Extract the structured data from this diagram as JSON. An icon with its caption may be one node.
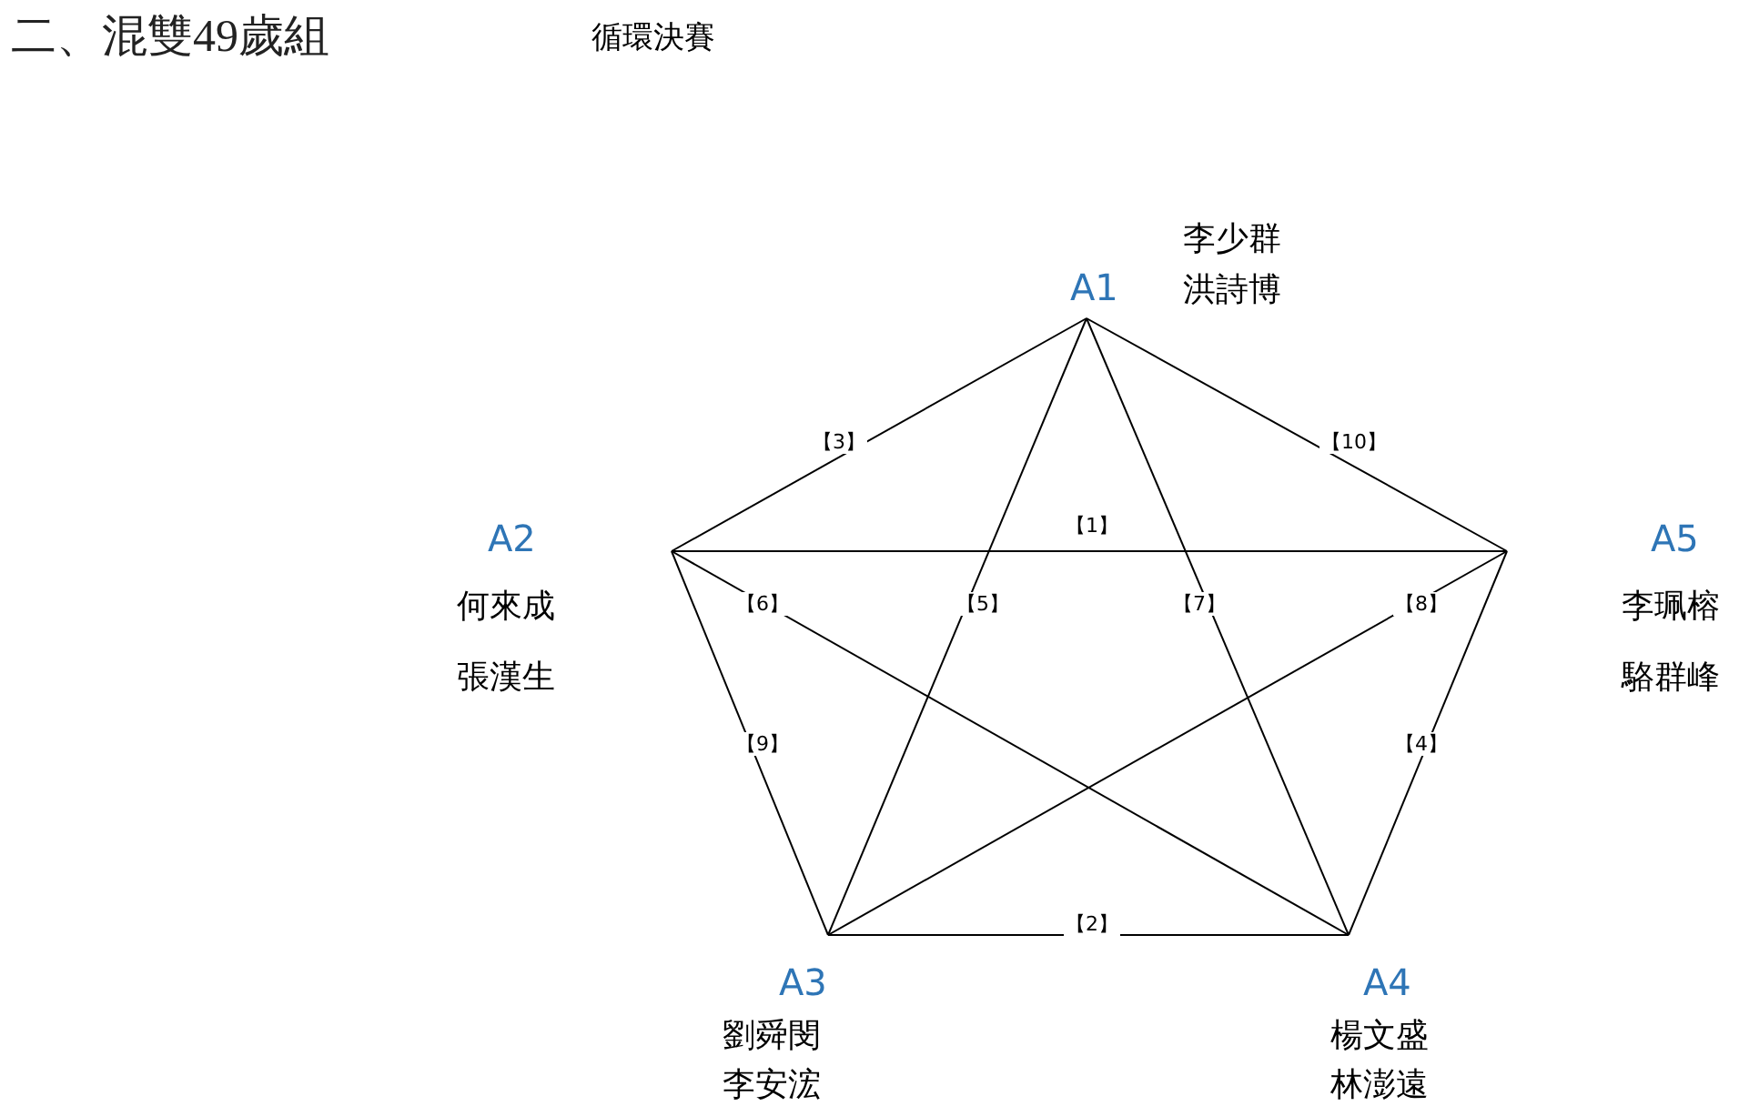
{
  "diagram": {
    "title": "二、混雙49歲組",
    "nodes": [
      {
        "text": [
          "A1"
        ],
        "beside": [
          "李少群",
          "洪詩博"
        ]
      },
      {
        "text": [
          "A2"
        ],
        "beside": [
          "何來成",
          "張漢生"
        ]
      },
      {
        "text": [
          "A3"
        ],
        "beside": [
          "劉舜閔",
          "李安浤"
        ]
      },
      {
        "text": [
          "A4"
        ],
        "beside": [
          "楊文盛",
          "林澎遠"
        ]
      },
      {
        "text": [
          "A5"
        ],
        "beside": [
          "李珮榕",
          "駱群峰"
        ]
      }
    ],
    "edges": [
      {
        "from": 1,
        "to": 4,
        "arrow": "none",
        "label": "【1】"
      },
      {
        "from": 2,
        "to": 3,
        "arrow": "none",
        "label": "【2】"
      },
      {
        "from": 0,
        "to": 1,
        "arrow": "none",
        "label": "【3】"
      },
      {
        "from": 4,
        "to": 3,
        "arrow": "none",
        "label": "【4】"
      },
      {
        "from": 0,
        "to": 2,
        "arrow": "none",
        "label": "【5】"
      },
      {
        "from": 1,
        "to": 3,
        "arrow": "none",
        "label": "【6】"
      },
      {
        "from": 0,
        "to": 3,
        "arrow": "none",
        "label": "【7】"
      },
      {
        "from": 4,
        "to": 2,
        "arrow": "none",
        "label": "【8】"
      },
      {
        "from": 1,
        "to": 2,
        "arrow": "none",
        "label": "【9】"
      },
      {
        "from": 0,
        "to": 4,
        "arrow": "none",
        "label": "【10】"
      }
    ],
    "labels": [
      "循環決賽"
    ]
  }
}
